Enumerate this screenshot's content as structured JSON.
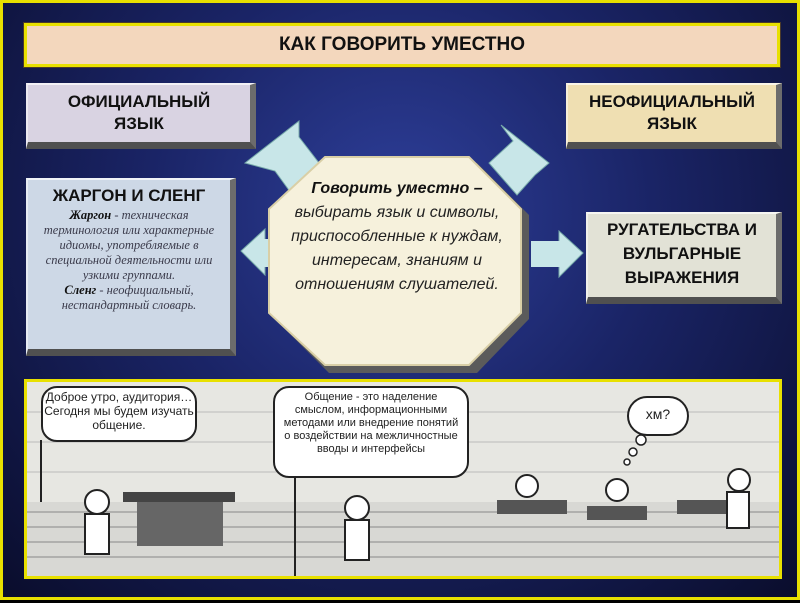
{
  "title": "КАК ГОВОРИТЬ УМЕСТНО",
  "official": {
    "line1": "ОФИЦИАЛЬНЫЙ",
    "line2": "ЯЗЫК"
  },
  "unofficial": {
    "line1": "НЕОФИЦИАЛЬНЫЙ",
    "line2": "ЯЗЫК"
  },
  "jargon": {
    "heading": "ЖАРГОН И СЛЕНГ",
    "jargon_term": "Жаргон",
    "jargon_def": " - техническая терминология или характерные идиомы, употребляемые в специальной деятельности или узкими группами.",
    "slang_term": "Сленг",
    "slang_def": " - неофициальный, нестандартный словарь."
  },
  "swear": {
    "line1": "РУГАТЕЛЬСТВА И",
    "line2": "ВУЛЬГАРНЫЕ",
    "line3": "ВЫРАЖЕНИЯ"
  },
  "center": {
    "lead": "Говорить уместно –",
    "rest": " выбирать язык и символы, приспособленные к нуждам, интересам, знаниям и отношениям слушателей."
  },
  "comic": {
    "bubble1": "Доброе утро, аудитория… Сегодня мы будем изучать общение.",
    "bubble2": "Общение - это наделение смыслом, информационными методами или внедрение понятий о воздействии на межличностные вводы и интерфейсы",
    "bubble3": "хм?"
  },
  "colors": {
    "frame": "#e8e000",
    "background": "#1a2466",
    "title_plate": "#f3d7bd",
    "arrow": "#c8e6e8"
  }
}
